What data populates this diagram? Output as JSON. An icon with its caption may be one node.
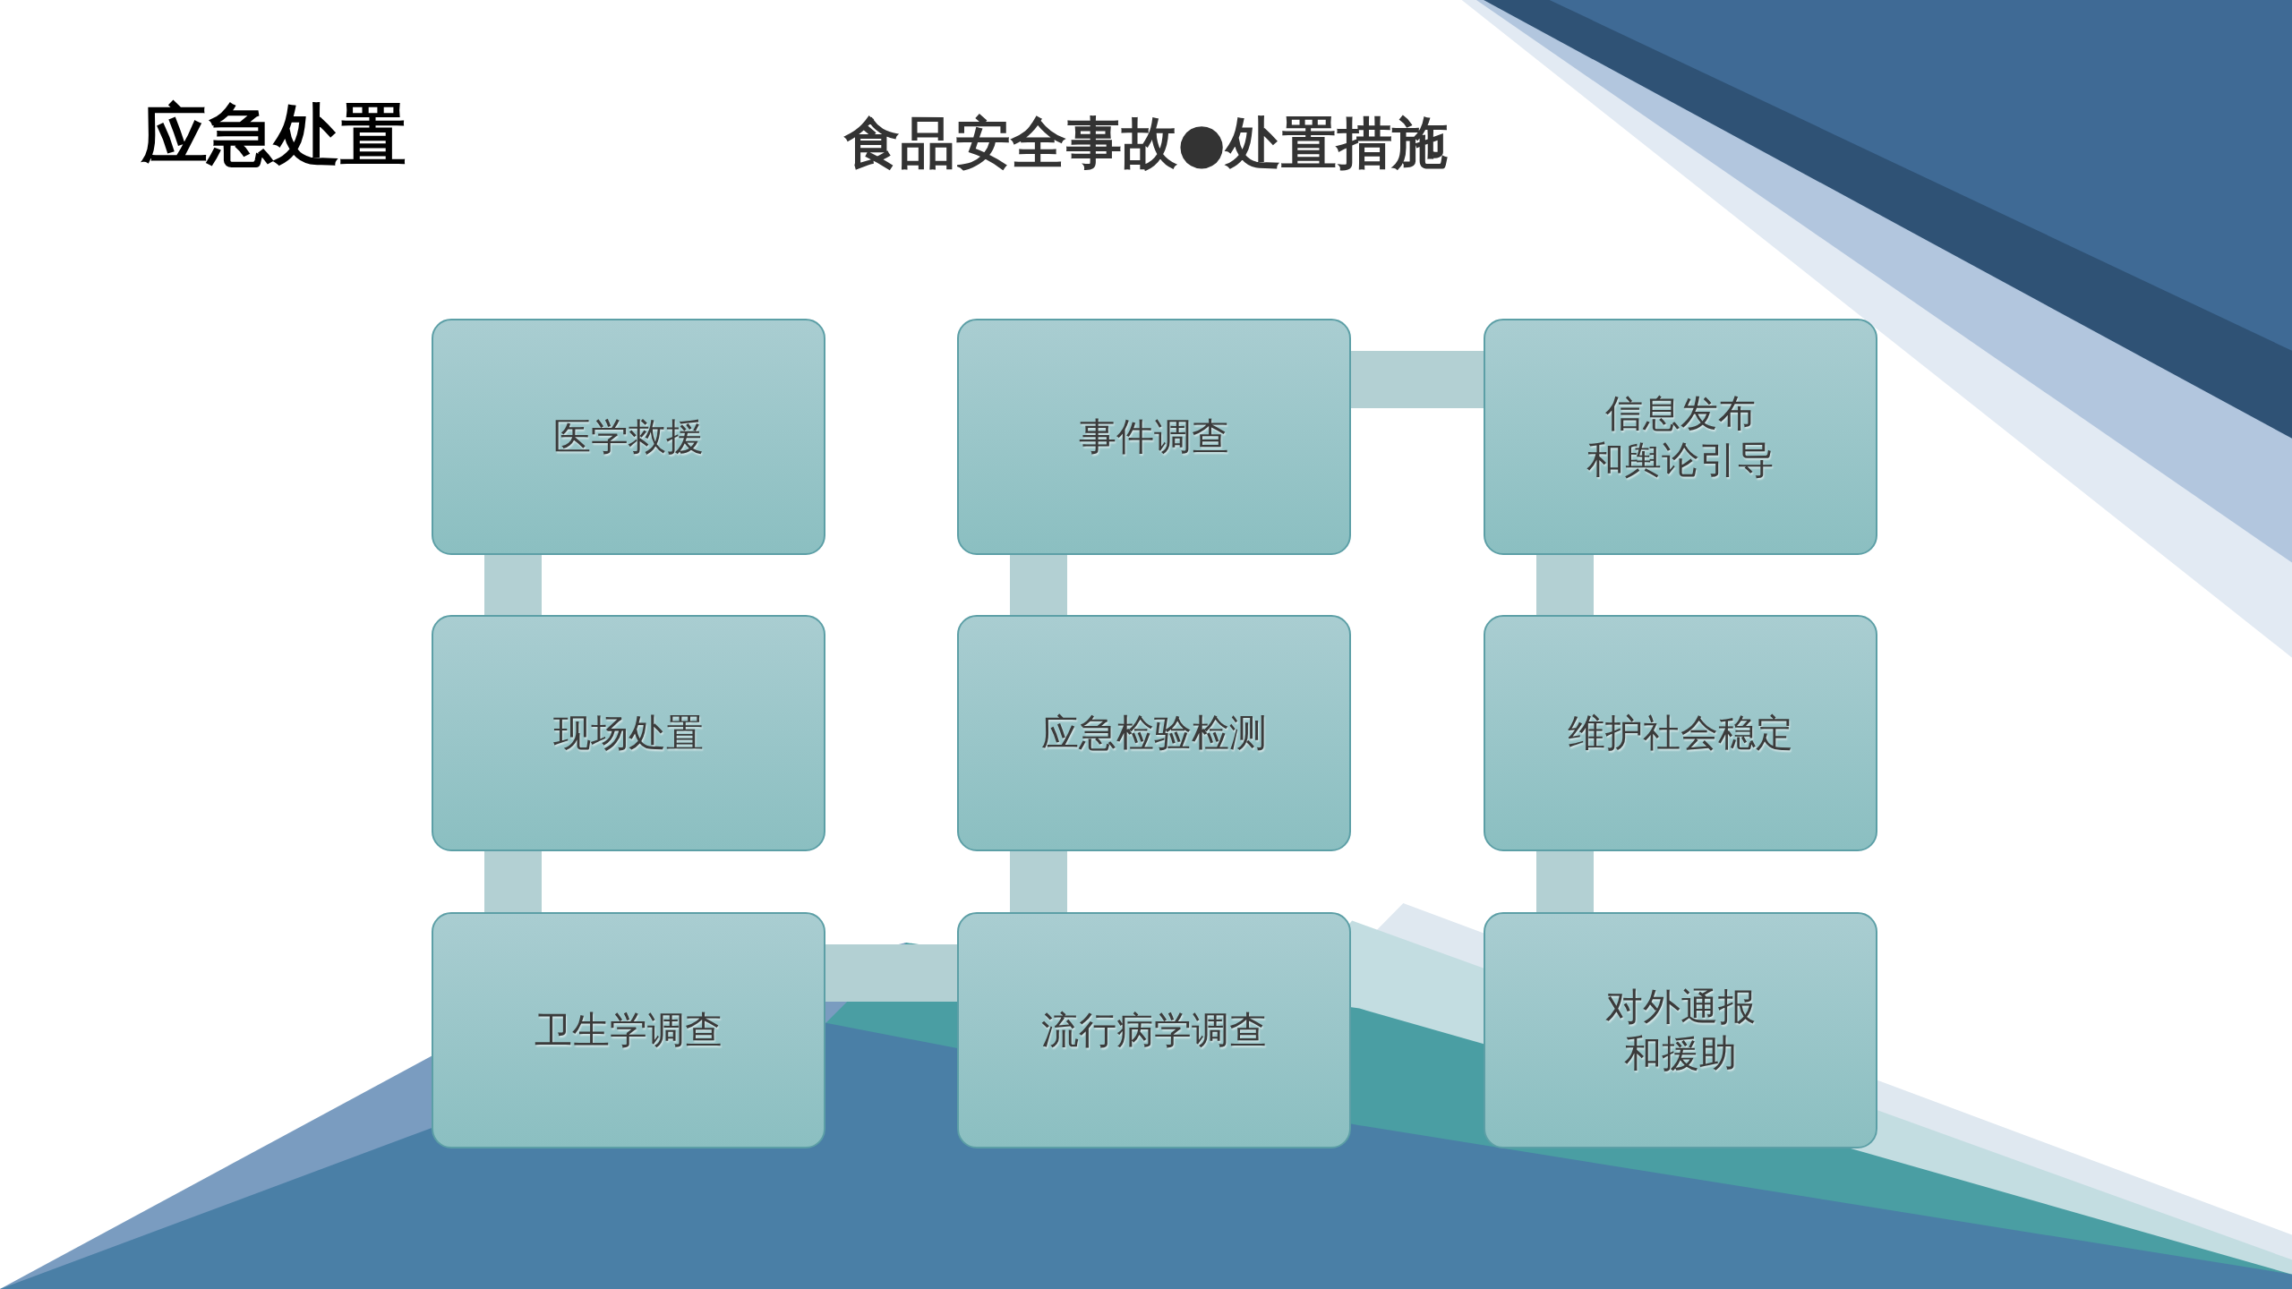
{
  "diagram": {
    "title": "食品安全事故●处置措施",
    "nodes": [
      {
        "text": [
          "医学救援"
        ]
      },
      {
        "text": [
          "事件调查"
        ]
      },
      {
        "text": [
          "信息发布和舆论引导"
        ]
      },
      {
        "text": [
          "现场处置"
        ]
      },
      {
        "text": [
          "应急检验检测"
        ]
      },
      {
        "text": [
          "维护社会稳定"
        ]
      },
      {
        "text": [
          "卫生学调查"
        ]
      },
      {
        "text": [
          "流行病学调查"
        ]
      },
      {
        "text": [
          "对外通报和援助"
        ]
      }
    ],
    "edges": [
      {
        "from": 0,
        "to": 3,
        "arrow": "none"
      },
      {
        "from": 3,
        "to": 6,
        "arrow": "none"
      },
      {
        "from": 6,
        "to": 7,
        "arrow": "none"
      },
      {
        "from": 7,
        "to": 4,
        "arrow": "none"
      },
      {
        "from": 4,
        "to": 1,
        "arrow": "none"
      },
      {
        "from": 1,
        "to": 2,
        "arrow": "none"
      },
      {
        "from": 2,
        "to": 5,
        "arrow": "none"
      },
      {
        "from": 5,
        "to": 8,
        "arrow": "none"
      }
    ],
    "labels": [
      "应急处置"
    ]
  }
}
